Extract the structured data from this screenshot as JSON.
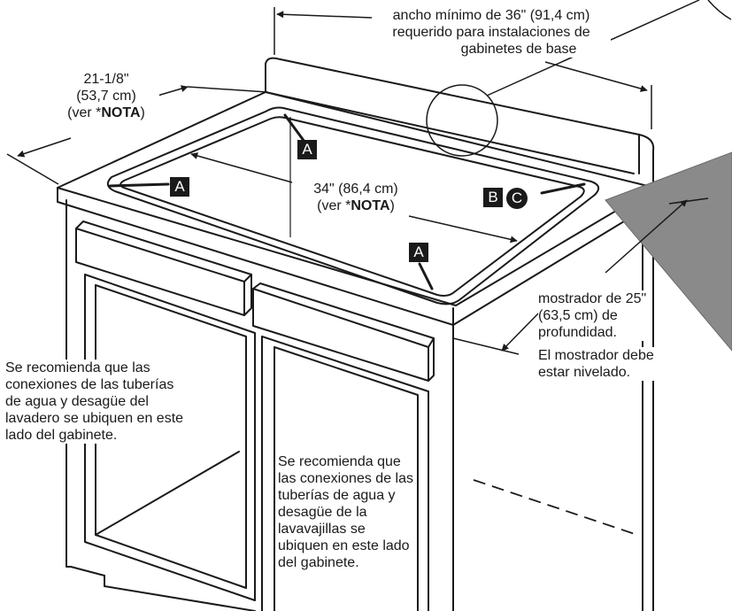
{
  "labels": {
    "width_line1": "ancho mínimo de 36\" (91,4 cm)",
    "width_line2": "requerido para instalaciones de",
    "width_line3": "gabinetes de base",
    "depth_left_1": "21-1/8\"",
    "depth_left_2": "(53,7 cm)",
    "depth_left_3_pre": "(ver *",
    "depth_left_3_bold": "NOTA",
    "depth_left_3_post": ")",
    "opening_1": "34\" (86,4 cm)",
    "opening_2_pre": "(ver *",
    "opening_2_bold": "NOTA",
    "opening_2_post": ")",
    "counter_1": "mostrador de 25\"",
    "counter_2": "(63,5 cm) de",
    "counter_3": "profundidad.",
    "level_1": "El mostrador debe",
    "level_2": "estar nivelado.",
    "sink_1": "Se recomienda que las",
    "sink_2": "conexiones de las tuberías",
    "sink_3": "de agua y desagüe del",
    "sink_4": "lavadero se ubiquen en este",
    "sink_5": "lado del gabinete.",
    "dw_1": "Se recomienda que",
    "dw_2": "las conexiones de las",
    "dw_3": "tuberías de agua y",
    "dw_4": "desagüe de la",
    "dw_5": "lavavajillas se",
    "dw_6": "ubiquen en este lado",
    "dw_7": "del gabinete."
  },
  "badges": {
    "a": "A",
    "b": "B",
    "c": "C"
  }
}
